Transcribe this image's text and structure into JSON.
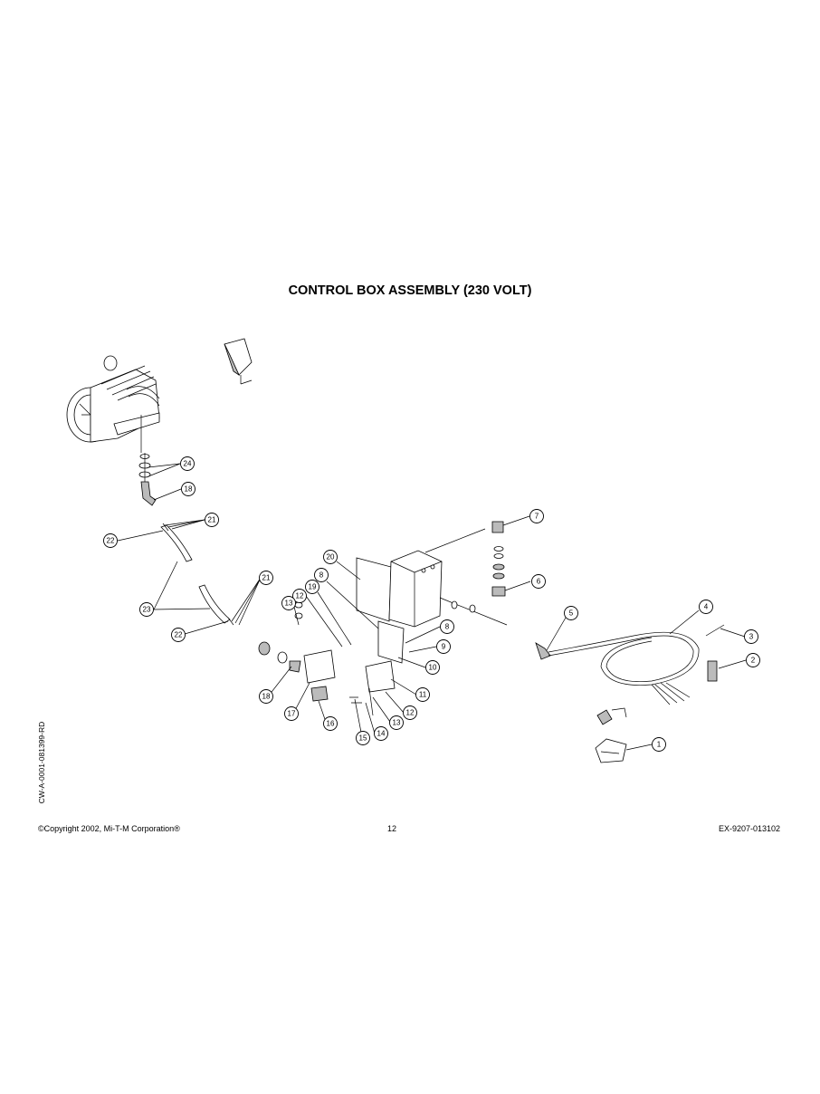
{
  "title": "CONTROL BOX ASSEMBLY (230 VOLT)",
  "footer": {
    "copyright": "©Copyright  2002, Mi-T-M Corporation®",
    "page_number": "12",
    "doc_code": "EX-9207-013102"
  },
  "side_code": "CW-A-0001-081399-RD",
  "callouts": [
    {
      "id": "c24",
      "label": "24"
    },
    {
      "id": "c18a",
      "label": "18"
    },
    {
      "id": "c21a",
      "label": "21"
    },
    {
      "id": "c22a",
      "label": "22"
    },
    {
      "id": "c23",
      "label": "23"
    },
    {
      "id": "c21b",
      "label": "21"
    },
    {
      "id": "c22b",
      "label": "22"
    },
    {
      "id": "c20",
      "label": "20"
    },
    {
      "id": "c8a",
      "label": "8"
    },
    {
      "id": "c19",
      "label": "19"
    },
    {
      "id": "c12a",
      "label": "12"
    },
    {
      "id": "c13a",
      "label": "13"
    },
    {
      "id": "c7",
      "label": "7"
    },
    {
      "id": "c6",
      "label": "6"
    },
    {
      "id": "c5",
      "label": "5"
    },
    {
      "id": "c4",
      "label": "4"
    },
    {
      "id": "c3",
      "label": "3"
    },
    {
      "id": "c2",
      "label": "2"
    },
    {
      "id": "c1",
      "label": "1"
    },
    {
      "id": "c8b",
      "label": "8"
    },
    {
      "id": "c9",
      "label": "9"
    },
    {
      "id": "c10",
      "label": "10"
    },
    {
      "id": "c11",
      "label": "11"
    },
    {
      "id": "c12b",
      "label": "12"
    },
    {
      "id": "c13b",
      "label": "13"
    },
    {
      "id": "c14",
      "label": "14"
    },
    {
      "id": "c15",
      "label": "15"
    },
    {
      "id": "c16",
      "label": "16"
    },
    {
      "id": "c17",
      "label": "17"
    },
    {
      "id": "c18b",
      "label": "18"
    }
  ]
}
